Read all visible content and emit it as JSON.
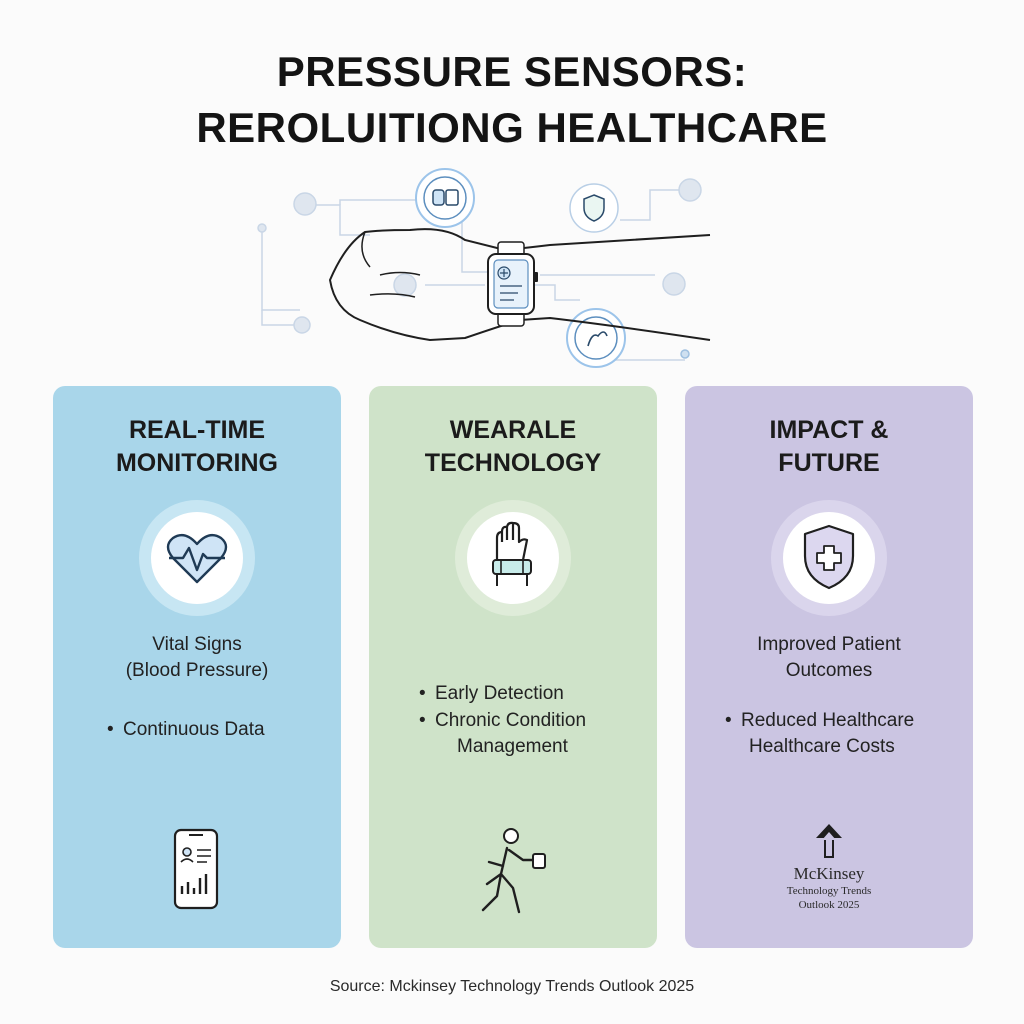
{
  "title": {
    "line1": "PRESSURE SENSORS:",
    "line2": "REROLUITIONG HEALTHCARE"
  },
  "hero": {
    "illustration": "hand-with-smartwatch-and-health-network-icons"
  },
  "cards": [
    {
      "heading_line1": "REAL-TIME",
      "heading_line2": "MONITORING",
      "color": "#a9d6ea",
      "badge_icon": "heart-pulse-icon",
      "text_line1": "Vital Signs",
      "text_line2": "(Blood Pressure)",
      "bullets": [
        "Continuous Data"
      ],
      "bottom_icon": "smartphone-chart-icon"
    },
    {
      "heading_line1": "WEARALE",
      "heading_line2": "TECHNOLOGY",
      "color": "#cfe3c9",
      "badge_icon": "wrist-band-icon",
      "bullets": [
        "Early Detection",
        "Chronic Condition"
      ],
      "bullet2_cont": "Management",
      "bottom_icon": "walking-person-icon"
    },
    {
      "heading_line1": "IMPACT &",
      "heading_line2": "FUTURE",
      "color": "#cbc5e2",
      "badge_icon": "shield-plus-icon",
      "text_line1": "Improved Patient",
      "text_line2": "Outcomes",
      "bullets": [
        "Reduced Healthcare"
      ],
      "bullet_cont": "Healthcare Costs",
      "logo_name": "McKinsey",
      "logo_line1": "Technology Trends",
      "logo_line2": "Outlook 2025"
    }
  ],
  "source": "Source: Mckinsey Technology Trends Outlook 2025"
}
